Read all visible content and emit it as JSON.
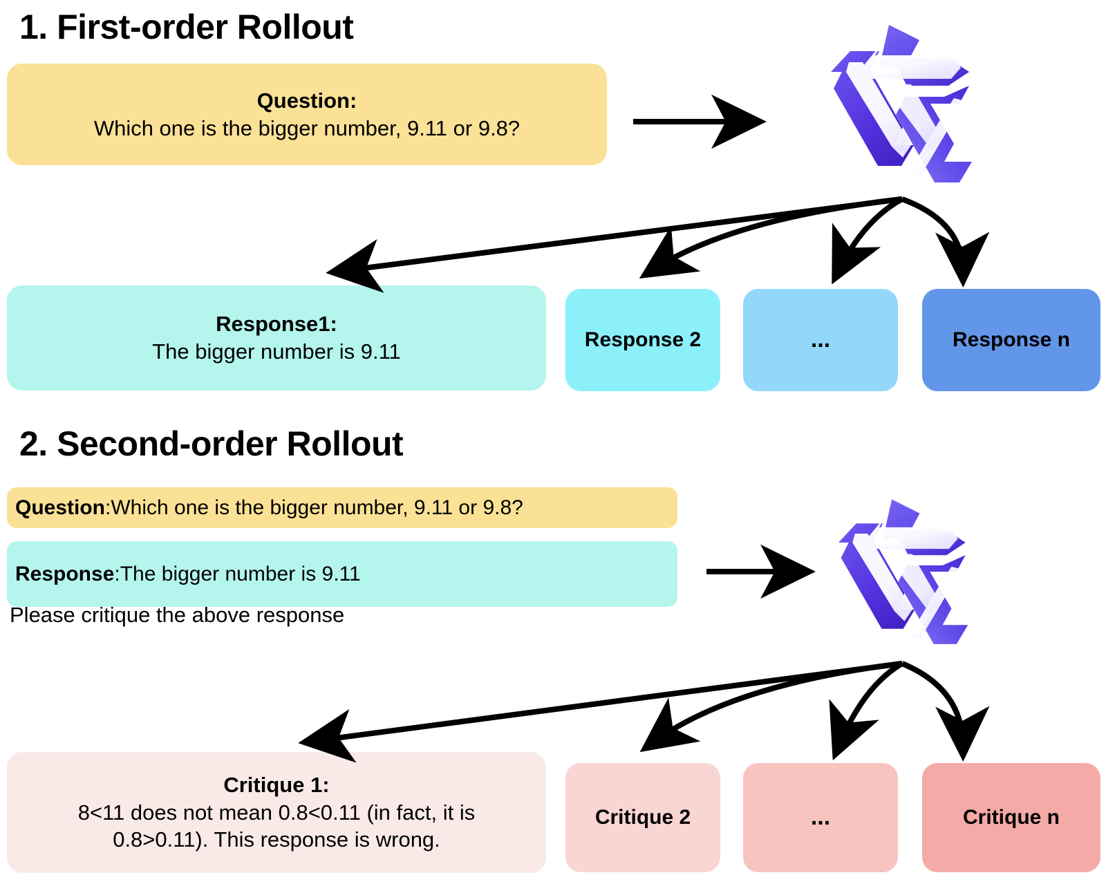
{
  "sections": [
    {
      "title": "1. First-order Rollout",
      "prompt": {
        "label": "Question:",
        "text": "Which one is the bigger number, 9.11 or 9.8?",
        "color": "#fae196"
      },
      "model_icon": "qwen-logo-icon",
      "outputs": [
        {
          "label": "Response1:",
          "text": "The bigger number is 9.11",
          "color": "#b4f5ee"
        },
        {
          "label": "Response 2",
          "text": "",
          "color": "#8cf0fb"
        },
        {
          "label": "...",
          "text": "",
          "color": "#93d7fb"
        },
        {
          "label": "Response n",
          "text": "",
          "color": "#6296e8"
        }
      ]
    },
    {
      "title": "2. Second-order Rollout",
      "prompt_lines": [
        {
          "label": "Question",
          "sep": ": ",
          "text": "Which one is the bigger number, 9.11 or 9.8?",
          "color": "#fae196"
        },
        {
          "label": "Response",
          "sep": ": ",
          "text": "The bigger number is 9.11",
          "color": "#b4f5ee"
        }
      ],
      "instruction": "Please critique the above response",
      "model_icon": "qwen-logo-icon",
      "outputs": [
        {
          "label": "Critique 1:",
          "text_line1": "8<11 does not mean 0.8<0.11 (in fact, it is",
          "text_line2": "0.8>0.11). This response is wrong.",
          "color": "#f9eae8"
        },
        {
          "label": "Critique 2",
          "text": "",
          "color": "#f9d5d4"
        },
        {
          "label": "...",
          "text": "",
          "color": "#f7c4c0"
        },
        {
          "label": "Critique n",
          "text": "",
          "color": "#f4aaa7"
        }
      ]
    }
  ],
  "colors": {
    "arrow": "#000000",
    "logo_purple_dark": "#4b2fd6",
    "logo_purple_mid": "#5b46e8",
    "logo_purple_light": "#7b63f0",
    "background": "#ffffff"
  }
}
